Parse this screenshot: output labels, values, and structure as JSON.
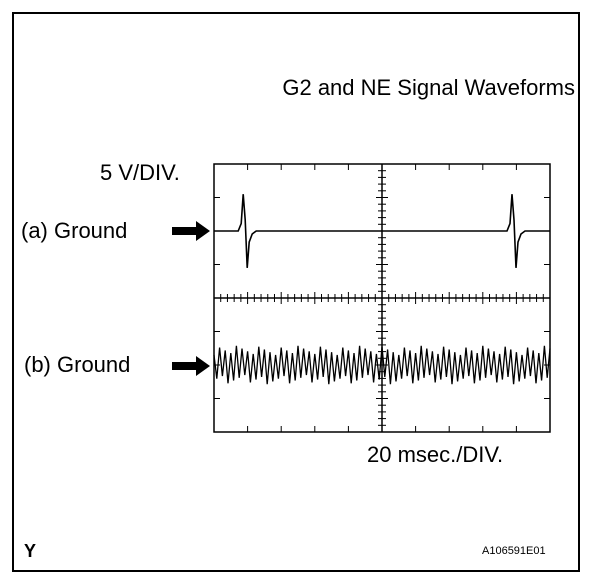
{
  "title": "G2 and NE Signal Waveforms",
  "voltage_scale": "5 V/DIV.",
  "time_scale": "20 msec./DIV.",
  "channel_a_label": "(a) Ground",
  "channel_b_label": "(b) Ground",
  "footer_left": "Y",
  "figure_id": "A106591E01",
  "chart_data": {
    "type": "line",
    "title": "G2 and NE Signal Waveforms",
    "xlabel": "20 msec./DIV.",
    "ylabel": "5 V/DIV.",
    "x_divisions": 10,
    "y_divisions": 8,
    "series": [
      {
        "name": "(a) Ground",
        "description_shape": "flat line with two sharp bipolar pulses",
        "pulse_x_div": [
          0.9,
          8.9
        ],
        "pulse_amplitude_div": 1.1
      },
      {
        "name": "(b) Ground",
        "description_shape": "dense periodic oscillation across full sweep",
        "amplitude_div": 0.5,
        "cycles": 60
      }
    ]
  }
}
